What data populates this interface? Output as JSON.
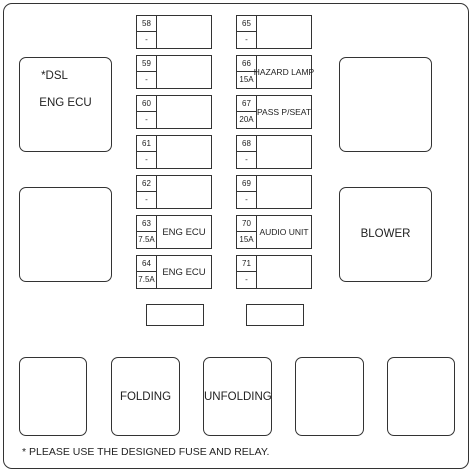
{
  "relays": {
    "top_left_tag": "*DSL",
    "top_left_label": "ENG ECU",
    "mid_left_label": "",
    "top_right_label": "",
    "mid_right_label": "BLOWER",
    "bottom": [
      "",
      "FOLDING",
      "UNFOLDING",
      "",
      ""
    ]
  },
  "fuses_left": [
    {
      "num": "58",
      "amp": "-",
      "label": ""
    },
    {
      "num": "59",
      "amp": "-",
      "label": ""
    },
    {
      "num": "60",
      "amp": "-",
      "label": ""
    },
    {
      "num": "61",
      "amp": "-",
      "label": ""
    },
    {
      "num": "62",
      "amp": "-",
      "label": ""
    },
    {
      "num": "63",
      "amp": "7.5A",
      "label": "ENG ECU"
    },
    {
      "num": "64",
      "amp": "7.5A",
      "label": "ENG ECU"
    }
  ],
  "fuses_right": [
    {
      "num": "65",
      "amp": "-",
      "label": ""
    },
    {
      "num": "66",
      "amp": "15A",
      "label": "HAZARD LAMP"
    },
    {
      "num": "67",
      "amp": "20A",
      "label": "PASS P/SEAT"
    },
    {
      "num": "68",
      "amp": "-",
      "label": ""
    },
    {
      "num": "69",
      "amp": "-",
      "label": ""
    },
    {
      "num": "70",
      "amp": "15A",
      "label": "AUDIO UNIT"
    },
    {
      "num": "71",
      "amp": "-",
      "label": ""
    }
  ],
  "note": "* PLEASE USE THE DESIGNED FUSE AND RELAY."
}
